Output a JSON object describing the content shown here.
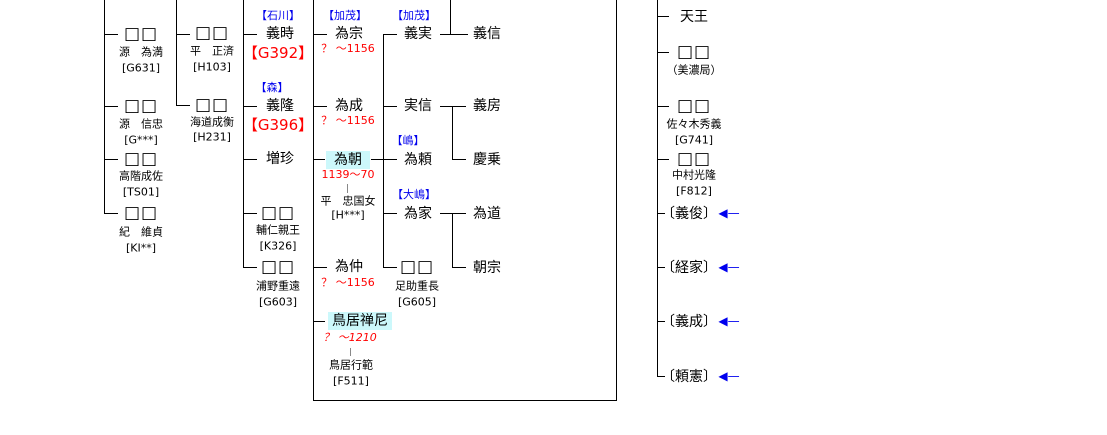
{
  "placeholder": "□□",
  "col1": [
    {
      "name": "源　為満",
      "code": "[G631]"
    },
    {
      "name": "源　信忠",
      "code": "[G***]"
    },
    {
      "name": "高階成佐",
      "code": "[TS01]"
    },
    {
      "name": "紀　維貞",
      "code": "[KI**]"
    }
  ],
  "col2": [
    {
      "name": "平　正済",
      "code": "[H103]"
    },
    {
      "name": "海道成衡",
      "code": "[H231]"
    }
  ],
  "col3": {
    "yoshitoki": {
      "tag": "【石川】",
      "name": "義時",
      "code": "【G392】"
    },
    "yoshitaka": {
      "tag": "【森】",
      "name": "義隆",
      "code": "【G396】"
    },
    "zochin": "増珍",
    "sukehito": {
      "name": "輔仁親王",
      "code": "[K326]"
    },
    "urano": {
      "name": "浦野重遠",
      "code": "[G603]"
    }
  },
  "col4": {
    "tamemune": {
      "tag": "【加茂】",
      "name": "為宗",
      "dates": "？ ～1156"
    },
    "tamenari": {
      "name": "為成",
      "dates": "？ ～1156"
    },
    "tametomo": {
      "name": "為朝",
      "dates": "1139～70",
      "spouse": "平　忠国女",
      "spouse_code": "[H***]"
    },
    "tamenaka": {
      "name": "為仲",
      "dates": "？ ～1156"
    },
    "torii": {
      "name": "鳥居禅尼",
      "dates": "？ ～1210",
      "spouse": "鳥居行範",
      "spouse_code": "[F511]"
    }
  },
  "col5": {
    "yoshizane": {
      "tag": "【加茂】",
      "name": "義実"
    },
    "sanenobu": {
      "name": "実信"
    },
    "tameyori": {
      "tag": "【嶋】",
      "name": "為頼"
    },
    "tameie": {
      "tag": "【大嶋】",
      "name": "為家"
    },
    "asuke": {
      "name": "足助重長",
      "code": "[G605]"
    }
  },
  "col6": [
    "義信",
    "義房",
    "慶乗",
    "為道",
    "朝宗"
  ],
  "col7": {
    "tenno": "天王",
    "mino": "（美濃局）",
    "sasaki": {
      "name": "佐々木秀義",
      "code": "[G741]"
    },
    "nakamura": {
      "name": "中村光隆",
      "code": "[F812]"
    },
    "refs": [
      "〔義俊〕",
      "〔経家〕",
      "〔義成〕",
      "〔頼憲〕"
    ],
    "arrow": "◀—"
  }
}
